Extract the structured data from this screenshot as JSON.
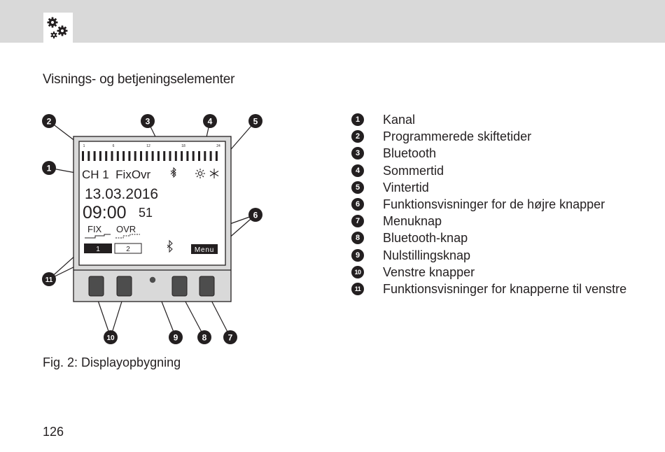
{
  "header": {
    "icon": "gears-icon"
  },
  "section_title": "Visnings- og betjeningselementer",
  "display": {
    "scale_ticks": [
      "1",
      "6",
      "12",
      "18",
      "24"
    ],
    "channel_text": "CH 1  FixOvr",
    "date": "13.03.2016",
    "time": "09:00",
    "seconds": "51",
    "fix_label": "FIX",
    "ovr_label": "OVR",
    "softkey_1": "1",
    "softkey_2": "2",
    "menu_label": "Menu",
    "bluetooth_symbol": "bluetooth-icon",
    "summer_symbol": "sun-icon",
    "winter_symbol": "snowflake-icon"
  },
  "callouts": {
    "c1": "1",
    "c2": "2",
    "c3": "3",
    "c4": "4",
    "c5": "5",
    "c6": "6",
    "c7": "7",
    "c8": "8",
    "c9": "9",
    "c10": "10",
    "c11": "11"
  },
  "caption": "Fig. 2: Displayopbygning",
  "legend": [
    {
      "num": "1",
      "text": "Kanal"
    },
    {
      "num": "2",
      "text": "Programmerede skiftetider"
    },
    {
      "num": "3",
      "text": "Bluetooth"
    },
    {
      "num": "4",
      "text": "Sommertid"
    },
    {
      "num": "5",
      "text": "Vintertid"
    },
    {
      "num": "6",
      "text": "Funktionsvisninger for de højre knapper"
    },
    {
      "num": "7",
      "text": "Menuknap"
    },
    {
      "num": "8",
      "text": "Bluetooth-knap"
    },
    {
      "num": "9",
      "text": "Nulstillingsknap"
    },
    {
      "num": "10",
      "text": "Venstre knapper"
    },
    {
      "num": "11",
      "text": "Funktionsvisninger for knapperne til venstre"
    }
  ],
  "page_number": "126"
}
